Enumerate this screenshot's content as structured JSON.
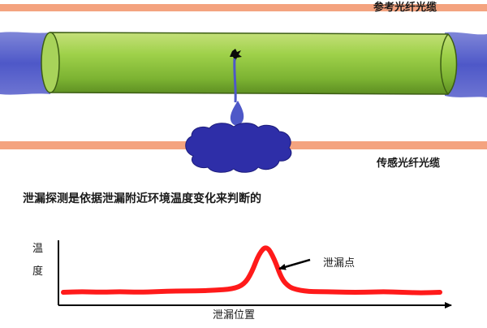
{
  "labels": {
    "reference_cable": "参考光纤光缆",
    "sensing_cable": "传感光纤光缆",
    "caption": "泄漏探测是依据泄漏附近环境温度变化来判断的",
    "y_axis_1": "温",
    "y_axis_2": "度",
    "x_axis": "泄漏位置",
    "leak_point": "泄漏点"
  },
  "colors": {
    "cable_stripe": "#f4a37f",
    "pipe_green": "#8cc63f",
    "pipe_dark": "#4a7a1a",
    "water_blue": "#2e2ea8",
    "flow_blue": "#4e58c8",
    "curve_red": "#ff1a1a"
  },
  "chart_data": {
    "type": "line",
    "title": "",
    "xlabel": "泄漏位置",
    "ylabel": "温度",
    "x": [
      0,
      5,
      10,
      15,
      20,
      25,
      30,
      35,
      40,
      45,
      48,
      50,
      52,
      54,
      56,
      58,
      60,
      62,
      64,
      66,
      70,
      75,
      80,
      85,
      90,
      95,
      100
    ],
    "values": [
      0.2,
      0.21,
      0.2,
      0.21,
      0.2,
      0.21,
      0.22,
      0.22,
      0.23,
      0.25,
      0.32,
      0.5,
      0.8,
      0.92,
      0.72,
      0.4,
      0.28,
      0.24,
      0.22,
      0.21,
      0.21,
      0.2,
      0.2,
      0.21,
      0.2,
      0.19,
      0.2
    ],
    "xlim": [
      0,
      100
    ],
    "ylim": [
      0,
      1
    ],
    "grid": false
  }
}
